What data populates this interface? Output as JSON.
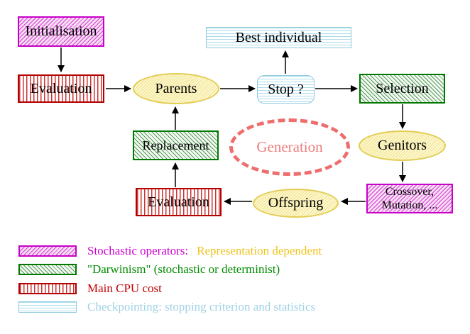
{
  "diagram": {
    "title_hint": "evolutionary-algorithm-cycle",
    "nodes": {
      "initialisation": {
        "label": "Initialisation"
      },
      "evaluation_top": {
        "label": "Evaluation"
      },
      "parents": {
        "label": "Parents"
      },
      "stop": {
        "label": "Stop ?"
      },
      "best_individual": {
        "label": "Best individual"
      },
      "selection": {
        "label": "Selection"
      },
      "genitors": {
        "label": "Genitors"
      },
      "crossover_mutation": {
        "line1": "Crossover,",
        "line2": "Mutation, ..."
      },
      "offspring": {
        "label": "Offspring"
      },
      "evaluation_bottom": {
        "label": "Evaluation"
      },
      "replacement": {
        "label": "Replacement"
      },
      "generation": {
        "label": "Generation"
      }
    },
    "colors": {
      "magenta_border": "#c800c8",
      "red_border": "#b40000",
      "green_border": "#007800",
      "cyan_border": "#8fc9dd",
      "yellow_border": "#e2cd55",
      "salmon_dashed": "#ee6e6e",
      "arrow": "#000000"
    }
  },
  "legend": {
    "items": [
      {
        "swatch": "magenta-diagonal-hatch",
        "label": "Stochastic operators:",
        "label_color": "#cc00cc",
        "label2": "Representation dependent",
        "label2_color": "#f0c31e"
      },
      {
        "swatch": "green-diagonal-hatch",
        "label": "\"Darwinism\" (stochastic or determinist)",
        "label_color": "#008c00"
      },
      {
        "swatch": "red-vertical-stripes",
        "label": "Main CPU cost",
        "label_color": "#c00000"
      },
      {
        "swatch": "cyan-horizontal-stripes",
        "label": "Checkpointing: stopping criterion and statistics",
        "label_color": "#a0d2e6"
      }
    ]
  }
}
